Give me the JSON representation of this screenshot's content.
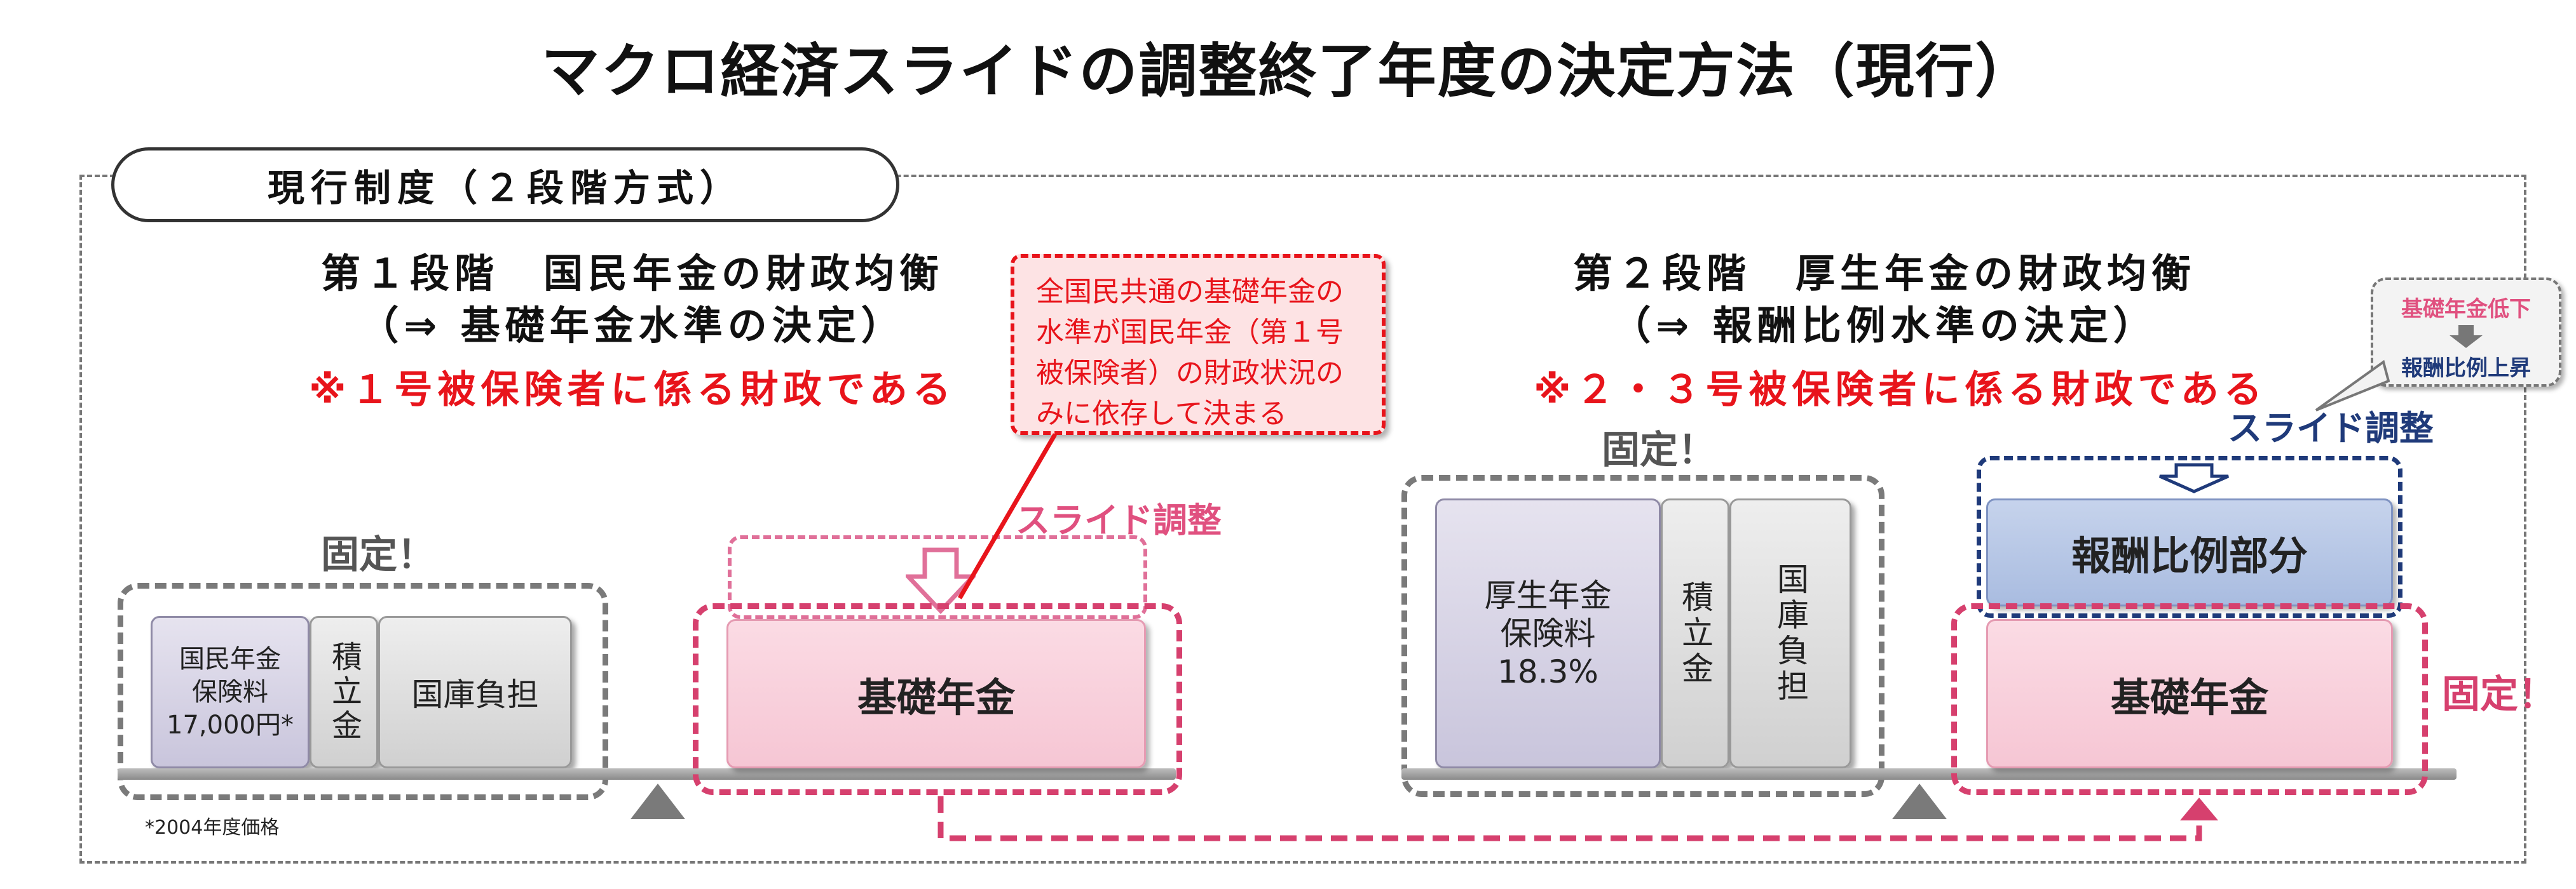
{
  "title": "マクロ経済スライドの調整終了年度の決定方法（現行）",
  "system_label": "現行制度（２段階方式）",
  "stage1": {
    "heading_line1": "第１段階　国民年金の財政均衡",
    "heading_line2": "（⇒ 基礎年金水準の決定）",
    "note": "※１号被保険者に係る財政である",
    "fixed_label": "固定！",
    "box_premium": "国民年金\n保険料\n17,000円*",
    "box_reserve": "積立金",
    "box_treasury": "国庫負担",
    "basic_pension": "基礎年金",
    "slide_label": "スライド調整",
    "footnote": "*2004年度価格",
    "callout": "全国民共通の基礎年金の水準が国民年金（第１号被保険者）の財政状況のみに依存して決まる"
  },
  "stage2": {
    "heading_line1": "第２段階　厚生年金の財政均衡",
    "heading_line2": "（⇒ 報酬比例水準の決定）",
    "note": "※２・３号被保険者に係る財政である",
    "fixed_label": "固定！",
    "fixed_label_right": "固定！",
    "box_premium": "厚生年金\n保険料\n18.3%",
    "box_reserve": "積立金",
    "box_treasury": "国庫負担",
    "earnings_part": "報酬比例部分",
    "basic_pension": "基礎年金",
    "slide_label": "スライド調整",
    "callout_top": "基礎年金低下",
    "callout_bottom": "報酬比例上昇"
  },
  "colors": {
    "red": "#e8141b",
    "pink": "#d6406e",
    "navy": "#1f3a7a",
    "gray": "#7a7a7a"
  }
}
